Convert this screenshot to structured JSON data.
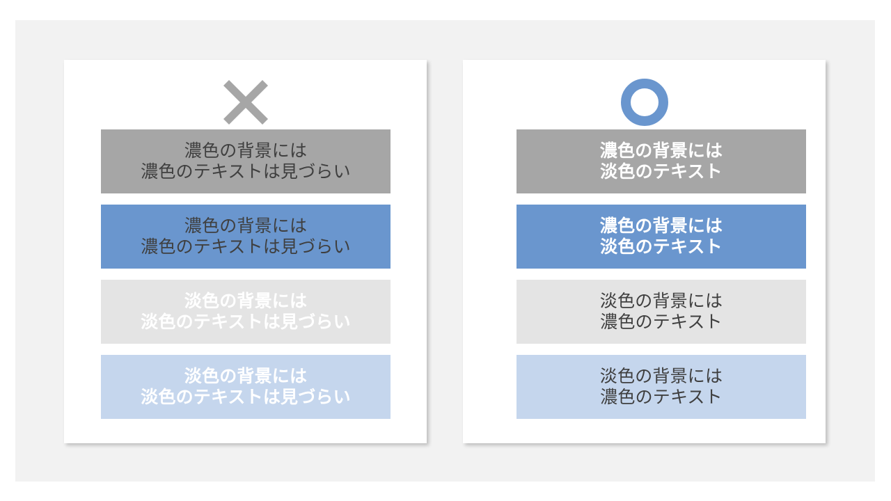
{
  "slide": {
    "background_color": "#f2f2f2",
    "page_background_color": "#ffffff"
  },
  "palette": {
    "dark_gray": "#a6a6a6",
    "dark_blue": "#6a96ce",
    "light_gray": "#e4e4e4",
    "light_blue": "#c5d6ed",
    "dark_text": "#3f3f3f",
    "light_text": "#ffffff"
  },
  "cards": [
    {
      "id": "bad-example",
      "mark": "cross-icon",
      "mark_color": "#a6a6a6",
      "rows": [
        {
          "background": "dark_gray",
          "background_color": "#a6a6a6",
          "text_style": "dark",
          "text_color": "#3f3f3f",
          "line1": "濃色の背景には",
          "line2": "濃色のテキストは見づらい"
        },
        {
          "background": "dark_blue",
          "background_color": "#6a96ce",
          "text_style": "dark",
          "text_color": "#3f3f3f",
          "line1": "濃色の背景には",
          "line2": "濃色のテキストは見づらい"
        },
        {
          "background": "light_gray",
          "background_color": "#e4e4e4",
          "text_style": "light",
          "text_color": "#ffffff",
          "line1": "淡色の背景には",
          "line2": "淡色のテキストは見づらい"
        },
        {
          "background": "light_blue",
          "background_color": "#c5d6ed",
          "text_style": "light",
          "text_color": "#ffffff",
          "line1": "淡色の背景には",
          "line2": "淡色のテキストは見づらい"
        }
      ]
    },
    {
      "id": "good-example",
      "mark": "circle-icon",
      "mark_color": "#6a96ce",
      "rows": [
        {
          "background": "dark_gray",
          "background_color": "#a6a6a6",
          "text_style": "light",
          "text_color": "#ffffff",
          "line1": "濃色の背景には",
          "line2": "淡色のテキスト"
        },
        {
          "background": "dark_blue",
          "background_color": "#6a96ce",
          "text_style": "light",
          "text_color": "#ffffff",
          "line1": "濃色の背景には",
          "line2": "淡色のテキスト"
        },
        {
          "background": "light_gray",
          "background_color": "#e4e4e4",
          "text_style": "dark",
          "text_color": "#3f3f3f",
          "line1": "淡色の背景には",
          "line2": "濃色のテキスト"
        },
        {
          "background": "light_blue",
          "background_color": "#c5d6ed",
          "text_style": "dark",
          "text_color": "#3f3f3f",
          "line1": "淡色の背景には",
          "line2": "濃色のテキスト"
        }
      ]
    }
  ]
}
